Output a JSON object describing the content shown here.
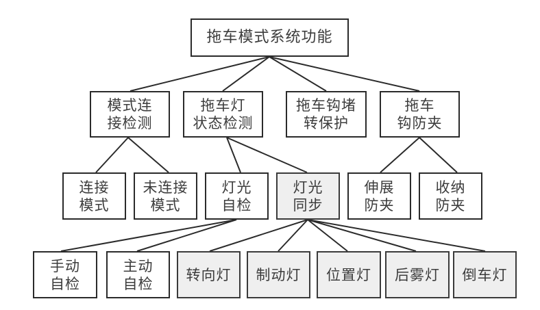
{
  "diagram": {
    "root": {
      "label": "拖车模式系统功能"
    },
    "level1": [
      {
        "id": "mode-conn",
        "label": "模式连\n接检测"
      },
      {
        "id": "lamp-state",
        "label": "拖车灯\n状态检测"
      },
      {
        "id": "hook-stall",
        "label": "拖车钩堵\n转保护"
      },
      {
        "id": "hook-pinch",
        "label": "拖车\n钩防夹"
      }
    ],
    "level2": [
      {
        "id": "connected",
        "label": "连接\n模式",
        "parent": "mode-conn",
        "shaded": false
      },
      {
        "id": "not-connected",
        "label": "未连接\n模式",
        "parent": "mode-conn",
        "shaded": false
      },
      {
        "id": "lamp-selfcheck",
        "label": "灯光\n自检",
        "parent": "lamp-state",
        "shaded": false
      },
      {
        "id": "lamp-sync",
        "label": "灯光\n同步",
        "parent": "lamp-state",
        "shaded": true
      },
      {
        "id": "extend-pinch",
        "label": "伸展\n防夹",
        "parent": "hook-pinch",
        "shaded": false
      },
      {
        "id": "retract-pinch",
        "label": "收纳\n防夹",
        "parent": "hook-pinch",
        "shaded": false
      }
    ],
    "level3": [
      {
        "id": "manual-check",
        "label": "手动\n自检",
        "parent": "lamp-selfcheck",
        "shaded": false
      },
      {
        "id": "active-check",
        "label": "主动\n自检",
        "parent": "lamp-selfcheck",
        "shaded": false
      },
      {
        "id": "turn-lamp",
        "label": "转向灯",
        "parent": "lamp-sync",
        "shaded": true
      },
      {
        "id": "brake-lamp",
        "label": "制动灯",
        "parent": "lamp-sync",
        "shaded": true
      },
      {
        "id": "position-lamp",
        "label": "位置灯",
        "parent": "lamp-sync",
        "shaded": true
      },
      {
        "id": "rear-fog-lamp",
        "label": "后雾灯",
        "parent": "lamp-sync",
        "shaded": true
      },
      {
        "id": "reverse-lamp",
        "label": "倒车灯",
        "parent": "lamp-sync",
        "shaded": true
      }
    ],
    "colors": {
      "border": "#2a2a2a",
      "shaded_fill": "#efefef",
      "text": "#3c3c3c"
    }
  }
}
